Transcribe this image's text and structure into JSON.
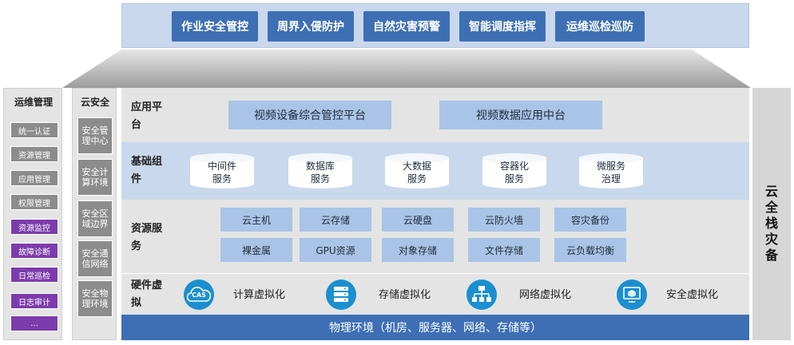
{
  "top_banner": [
    "作业安全管控",
    "周界入侵防护",
    "自然灾害预警",
    "智能调度指挥",
    "运维巡检巡防"
  ],
  "ops": {
    "title": "运维管理",
    "items": [
      "统一认证",
      "资源管理",
      "应用管理",
      "权限管理",
      "资源监控",
      "故障诊断",
      "日常巡检",
      "日志审计",
      "..."
    ]
  },
  "security": {
    "title": "云安全",
    "items": [
      "安全管理中心",
      "安全计算环境",
      "安全区域边界",
      "安全通信网络",
      "安全物理环境"
    ]
  },
  "app_layer": {
    "title": "应用平台",
    "boxes": [
      "视频设备综合管控平台",
      "视频数据应用中台"
    ]
  },
  "component_layer": {
    "title": "基础组件",
    "items": [
      {
        "line1": "中间件",
        "line2": "服务"
      },
      {
        "line1": "数据库",
        "line2": "服务"
      },
      {
        "line1": "大数据",
        "line2": "服务"
      },
      {
        "line1": "容器化",
        "line2": "服务"
      },
      {
        "line1": "微服务",
        "line2": "治理"
      }
    ]
  },
  "resource_layer": {
    "title": "资源服务",
    "row1": [
      "云主机",
      "云存储",
      "云硬盘",
      "云防火墙",
      "容灾备份"
    ],
    "row2": [
      "裸金属",
      "GPU资源",
      "对象存储",
      "文件存储",
      "云负载均衡"
    ]
  },
  "hardware_layer": {
    "title": "硬件虚拟",
    "cas_badge": "CAS",
    "items": [
      {
        "label": "计算虚拟化",
        "icon": "cas-icon"
      },
      {
        "label": "存储虚拟化",
        "icon": "server-stack-icon"
      },
      {
        "label": "网络虚拟化",
        "icon": "network-tree-icon"
      },
      {
        "label": "安全虚拟化",
        "icon": "security-box-icon"
      }
    ]
  },
  "physical_layer": {
    "label": "物理环境（机房、服务器、网络、存储等）"
  },
  "stack": {
    "title": "云全栈灾备"
  },
  "colors": {
    "accent_blue": "#3e6fb4",
    "light_blue": "#a9c4e6",
    "purple": "#7c3cab",
    "gray": "#8c8c8c",
    "icon_blue": "#1b8fd0"
  }
}
